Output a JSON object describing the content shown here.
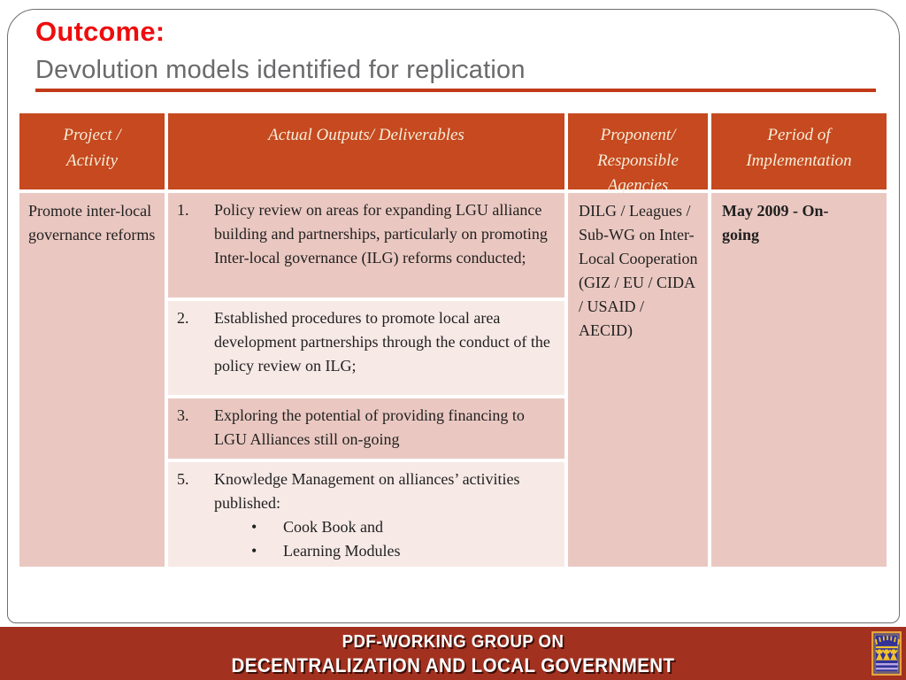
{
  "slide": {
    "title": "Outcome:",
    "subtitle": "Devolution models identified for replication"
  },
  "table": {
    "col_headers": [
      "Project /\nActivity",
      "Actual Outputs/ Deliverables",
      "Proponent/\nResponsible\nAgencies",
      "Period of\nImplementation"
    ],
    "bullet_glyph": "•",
    "rows": [
      {
        "project_activity": "Promote inter-local governance reforms",
        "outputs": [
          {
            "num": "1.",
            "text": "Policy review on areas for expanding LGU alliance building and partnerships, particularly on promoting Inter-local governance (ILG) reforms conducted;"
          },
          {
            "num": "2.",
            "text": "Established procedures to promote local area development partnerships through the conduct of the policy review on ILG;"
          },
          {
            "num": "3.",
            "text": "Exploring the potential of providing financing to LGU Alliances still on-going"
          },
          {
            "num": "5.",
            "text": "Knowledge Management on alliances’ activities published:",
            "bullets": [
              "Cook Book and",
              "Learning Modules"
            ]
          }
        ],
        "proponent": "DILG / Leagues / Sub-WG on Inter-Local Cooperation (GIZ / EU / CIDA / USAID / AECID)",
        "period": "May 2009 - On-going"
      }
    ]
  },
  "footer": {
    "line1": "PDF-WORKING GROUP ON",
    "line2": "DECENTRALIZATION AND LOCAL GOVERNMENT"
  },
  "colors": {
    "header_bg": "#c6491f",
    "row_dark": "#eac8c1",
    "row_light": "#f7e9e6",
    "footer_bg": "#a23120",
    "title_red": "#ee0d0d",
    "subtitle_gray": "#6a6a6c",
    "underline_orange": "#c23a18",
    "header_text": "#f6eeda",
    "logo_blue": "#323299",
    "logo_gold": "#e8a33c"
  }
}
